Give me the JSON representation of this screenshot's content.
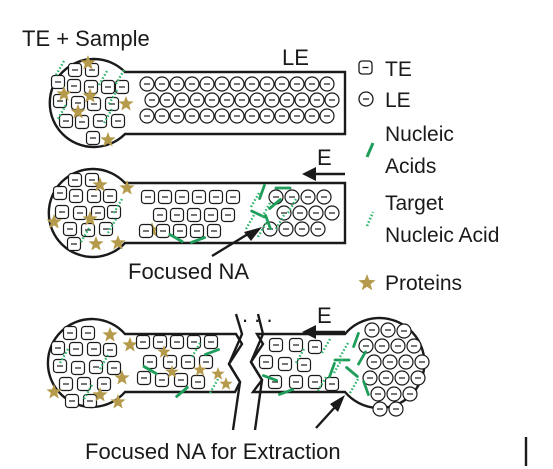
{
  "labels": {
    "top_title": "TE + Sample",
    "le_label": "LE",
    "e_label_1": "E",
    "e_label_2": "E",
    "focused_na": "Focused NA",
    "focused_na_extraction": "Focused NA for Extraction",
    "ellipsis": ". . ."
  },
  "legend": {
    "te": "TE",
    "le": "LE",
    "nucleic_line1": "Nucleic",
    "nucleic_line2": "Acids",
    "target_line1": "Target",
    "target_line2": "Nucleic Acid",
    "proteins": "Proteins"
  },
  "colors": {
    "outline": "#1a1a1a",
    "nucleic_acid": "#1e9e5a",
    "target_nucleic_acid": "#2fb56c",
    "protein": "#b49a4a",
    "background": "#ffffff"
  },
  "icons": {
    "te": "rounded-square-minus",
    "le": "circle-minus",
    "nucleic_acid": "green-dash",
    "target_nucleic_acid": "green-dotted-dash",
    "protein": "olive-star"
  }
}
